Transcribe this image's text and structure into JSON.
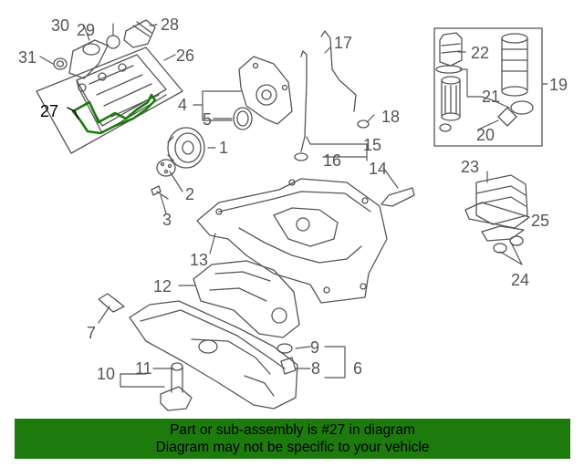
{
  "callouts": {
    "c1": "1",
    "c2": "2",
    "c3": "3",
    "c4": "4",
    "c5": "5",
    "c6": "6",
    "c7": "7",
    "c8": "8",
    "c9": "9",
    "c10": "10",
    "c11": "11",
    "c12": "12",
    "c13": "13",
    "c14": "14",
    "c15": "15",
    "c16": "16",
    "c17": "17",
    "c18": "18",
    "c19": "19",
    "c20": "20",
    "c21": "21",
    "c22": "22",
    "c23": "23",
    "c24": "24",
    "c25": "25",
    "c26": "26",
    "c27": "27",
    "c28": "28",
    "c29": "29",
    "c30": "30",
    "c31": "31"
  },
  "banner": {
    "line1": "Part or sub-assembly is #27 in diagram",
    "line2": "Diagram may not be specific to your vehicle"
  },
  "colors": {
    "banner_bg": "#1d7b0e",
    "highlight_part": "#1d7b0e",
    "drawing": "#555555"
  }
}
